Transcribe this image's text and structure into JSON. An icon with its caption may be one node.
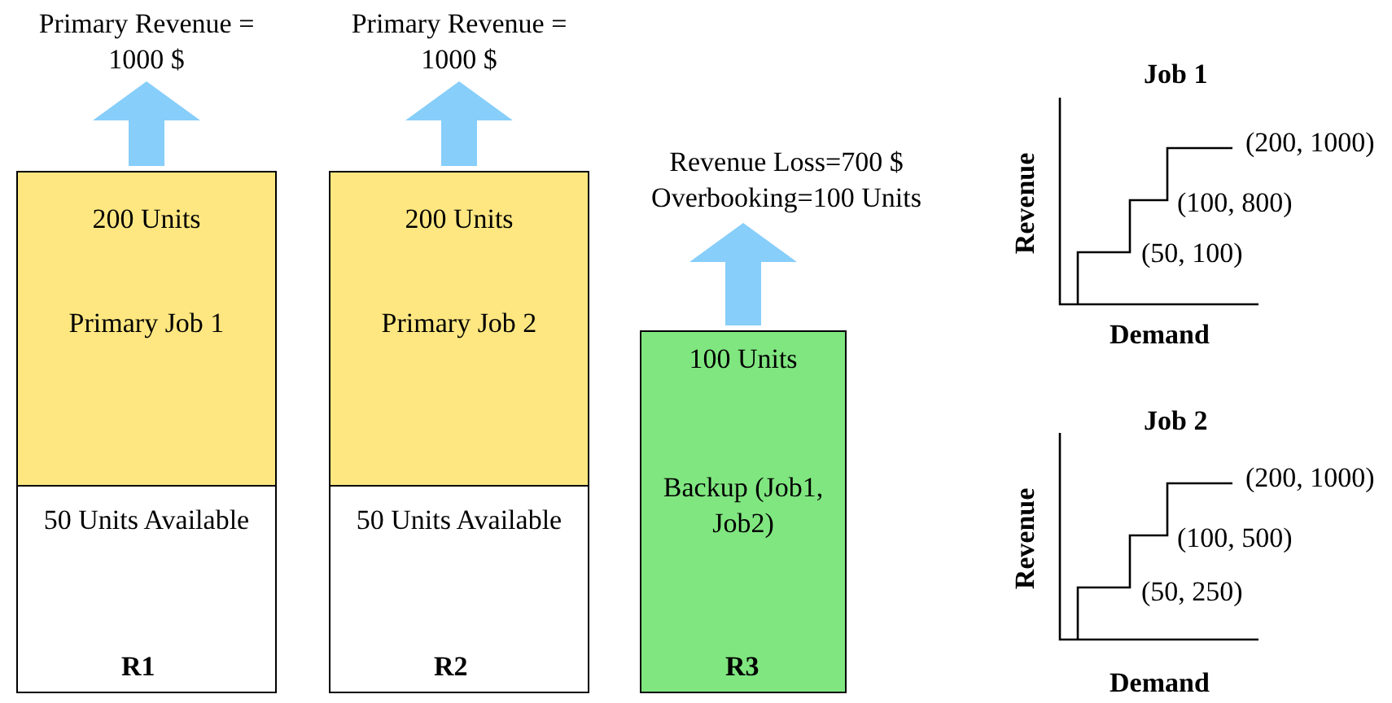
{
  "diagram": {
    "nodes": [
      {
        "text": [
          "Primary Revenue = 1000 $"
        ]
      },
      {
        "text": [
          "200 Units",
          "Primary Job 1"
        ]
      },
      {
        "text": [
          "50 Units Available"
        ]
      },
      {
        "text": [
          "Primary Revenue = 1000 $"
        ]
      },
      {
        "text": [
          "200 Units",
          "Primary Job 2"
        ]
      },
      {
        "text": [
          "50 Units Available"
        ]
      },
      {
        "text": [
          "Revenue Loss=700 $ Overbooking=100 Units"
        ]
      },
      {
        "text": [
          "100 Units",
          "Backup (Job1, Job2)"
        ]
      }
    ],
    "edges": [
      {
        "from": 1,
        "to": 0,
        "arrow": "to"
      },
      {
        "from": 4,
        "to": 3,
        "arrow": "to"
      },
      {
        "from": 7,
        "to": 6,
        "arrow": "to"
      }
    ],
    "labels": [
      "R1",
      "R2",
      "R3",
      "Job 1",
      "Revenue",
      "(200, 1000)",
      "(100, 800)",
      "(50, 100)",
      "Demand",
      "Job 2",
      "Revenue",
      "(200, 1000)",
      "(100, 500)",
      "(50, 250)",
      "Demand"
    ]
  }
}
